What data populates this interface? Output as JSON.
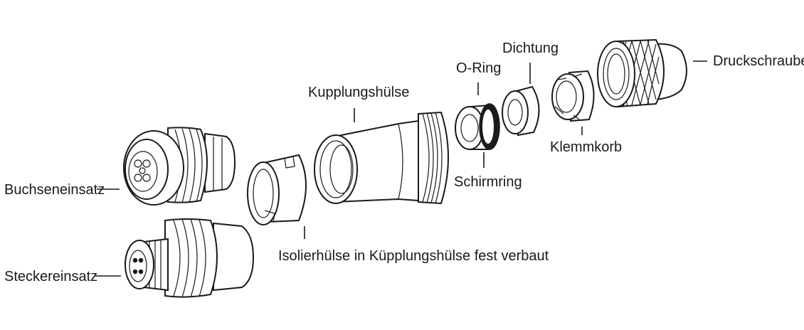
{
  "labels": {
    "dichtung": "Dichtung",
    "o_ring": "O-Ring",
    "druckschraube": "Druckschraube",
    "kupplungshuelse": "Kupplungshülse",
    "klemmkorb": "Klemmkorb",
    "buchseneinsatz": "Buchseneinsatz",
    "schirmring": "Schirmring",
    "isolierhuelse": "Isolierhülse in Küpplungshülse fest verbaut",
    "steckereinsatz": "Steckereinsatz"
  }
}
